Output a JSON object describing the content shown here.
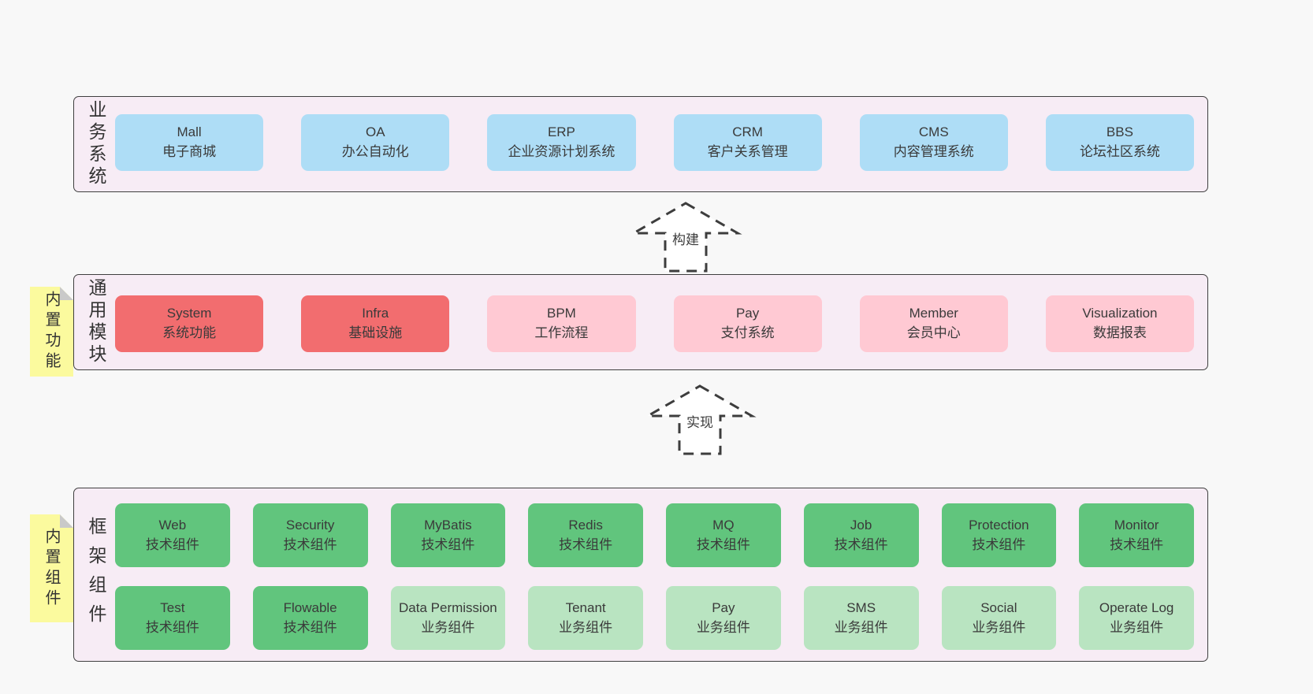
{
  "colors": {
    "page_bg": "#f8f8f8",
    "band_bg": "#f7ecf5",
    "band_border": "#3f3f3f",
    "blue": "#aeddf6",
    "red": "#f26d6f",
    "pink": "#ffc9d3",
    "green_dark": "#61c57d",
    "green_light": "#b9e4c1",
    "sticky_yellow": "#fbfa9e",
    "sticky_fold": "#c9c9c9",
    "text": "#3d3d3d"
  },
  "bands": {
    "business": {
      "label": "业务系统",
      "boxes": [
        {
          "title": "Mall",
          "subtitle": "电子商城",
          "color": "blue"
        },
        {
          "title": "OA",
          "subtitle": "办公自动化",
          "color": "blue"
        },
        {
          "title": "ERP",
          "subtitle": "企业资源计划系统",
          "color": "blue"
        },
        {
          "title": "CRM",
          "subtitle": "客户关系管理",
          "color": "blue"
        },
        {
          "title": "CMS",
          "subtitle": "内容管理系统",
          "color": "blue"
        },
        {
          "title": "BBS",
          "subtitle": "论坛社区系统",
          "color": "blue"
        }
      ]
    },
    "common": {
      "label": "通用模块",
      "sticky": "内置功能",
      "boxes": [
        {
          "title": "System",
          "subtitle": "系统功能",
          "color": "red"
        },
        {
          "title": "Infra",
          "subtitle": "基础设施",
          "color": "red"
        },
        {
          "title": "BPM",
          "subtitle": "工作流程",
          "color": "pink"
        },
        {
          "title": "Pay",
          "subtitle": "支付系统",
          "color": "pink"
        },
        {
          "title": "Member",
          "subtitle": "会员中心",
          "color": "pink"
        },
        {
          "title": "Visualization",
          "subtitle": "数据报表",
          "color": "pink"
        }
      ]
    },
    "framework": {
      "label": "框架组件",
      "sticky": "内置组件",
      "row1": [
        {
          "title": "Web",
          "subtitle": "技术组件",
          "color": "green-dark"
        },
        {
          "title": "Security",
          "subtitle": "技术组件",
          "color": "green-dark"
        },
        {
          "title": "MyBatis",
          "subtitle": "技术组件",
          "color": "green-dark"
        },
        {
          "title": "Redis",
          "subtitle": "技术组件",
          "color": "green-dark"
        },
        {
          "title": "MQ",
          "subtitle": "技术组件",
          "color": "green-dark"
        },
        {
          "title": "Job",
          "subtitle": "技术组件",
          "color": "green-dark"
        },
        {
          "title": "Protection",
          "subtitle": "技术组件",
          "color": "green-dark"
        },
        {
          "title": "Monitor",
          "subtitle": "技术组件",
          "color": "green-dark"
        }
      ],
      "row2": [
        {
          "title": "Test",
          "subtitle": "技术组件",
          "color": "green-dark"
        },
        {
          "title": "Flowable",
          "subtitle": "技术组件",
          "color": "green-dark"
        },
        {
          "title": "Data Permission",
          "subtitle": "业务组件",
          "color": "green-light"
        },
        {
          "title": "Tenant",
          "subtitle": "业务组件",
          "color": "green-light"
        },
        {
          "title": "Pay",
          "subtitle": "业务组件",
          "color": "green-light"
        },
        {
          "title": "SMS",
          "subtitle": "业务组件",
          "color": "green-light"
        },
        {
          "title": "Social",
          "subtitle": "业务组件",
          "color": "green-light"
        },
        {
          "title": "Operate Log",
          "subtitle": "业务组件",
          "color": "green-light"
        }
      ]
    }
  },
  "arrows": [
    {
      "label": "构建"
    },
    {
      "label": "实现"
    }
  ]
}
